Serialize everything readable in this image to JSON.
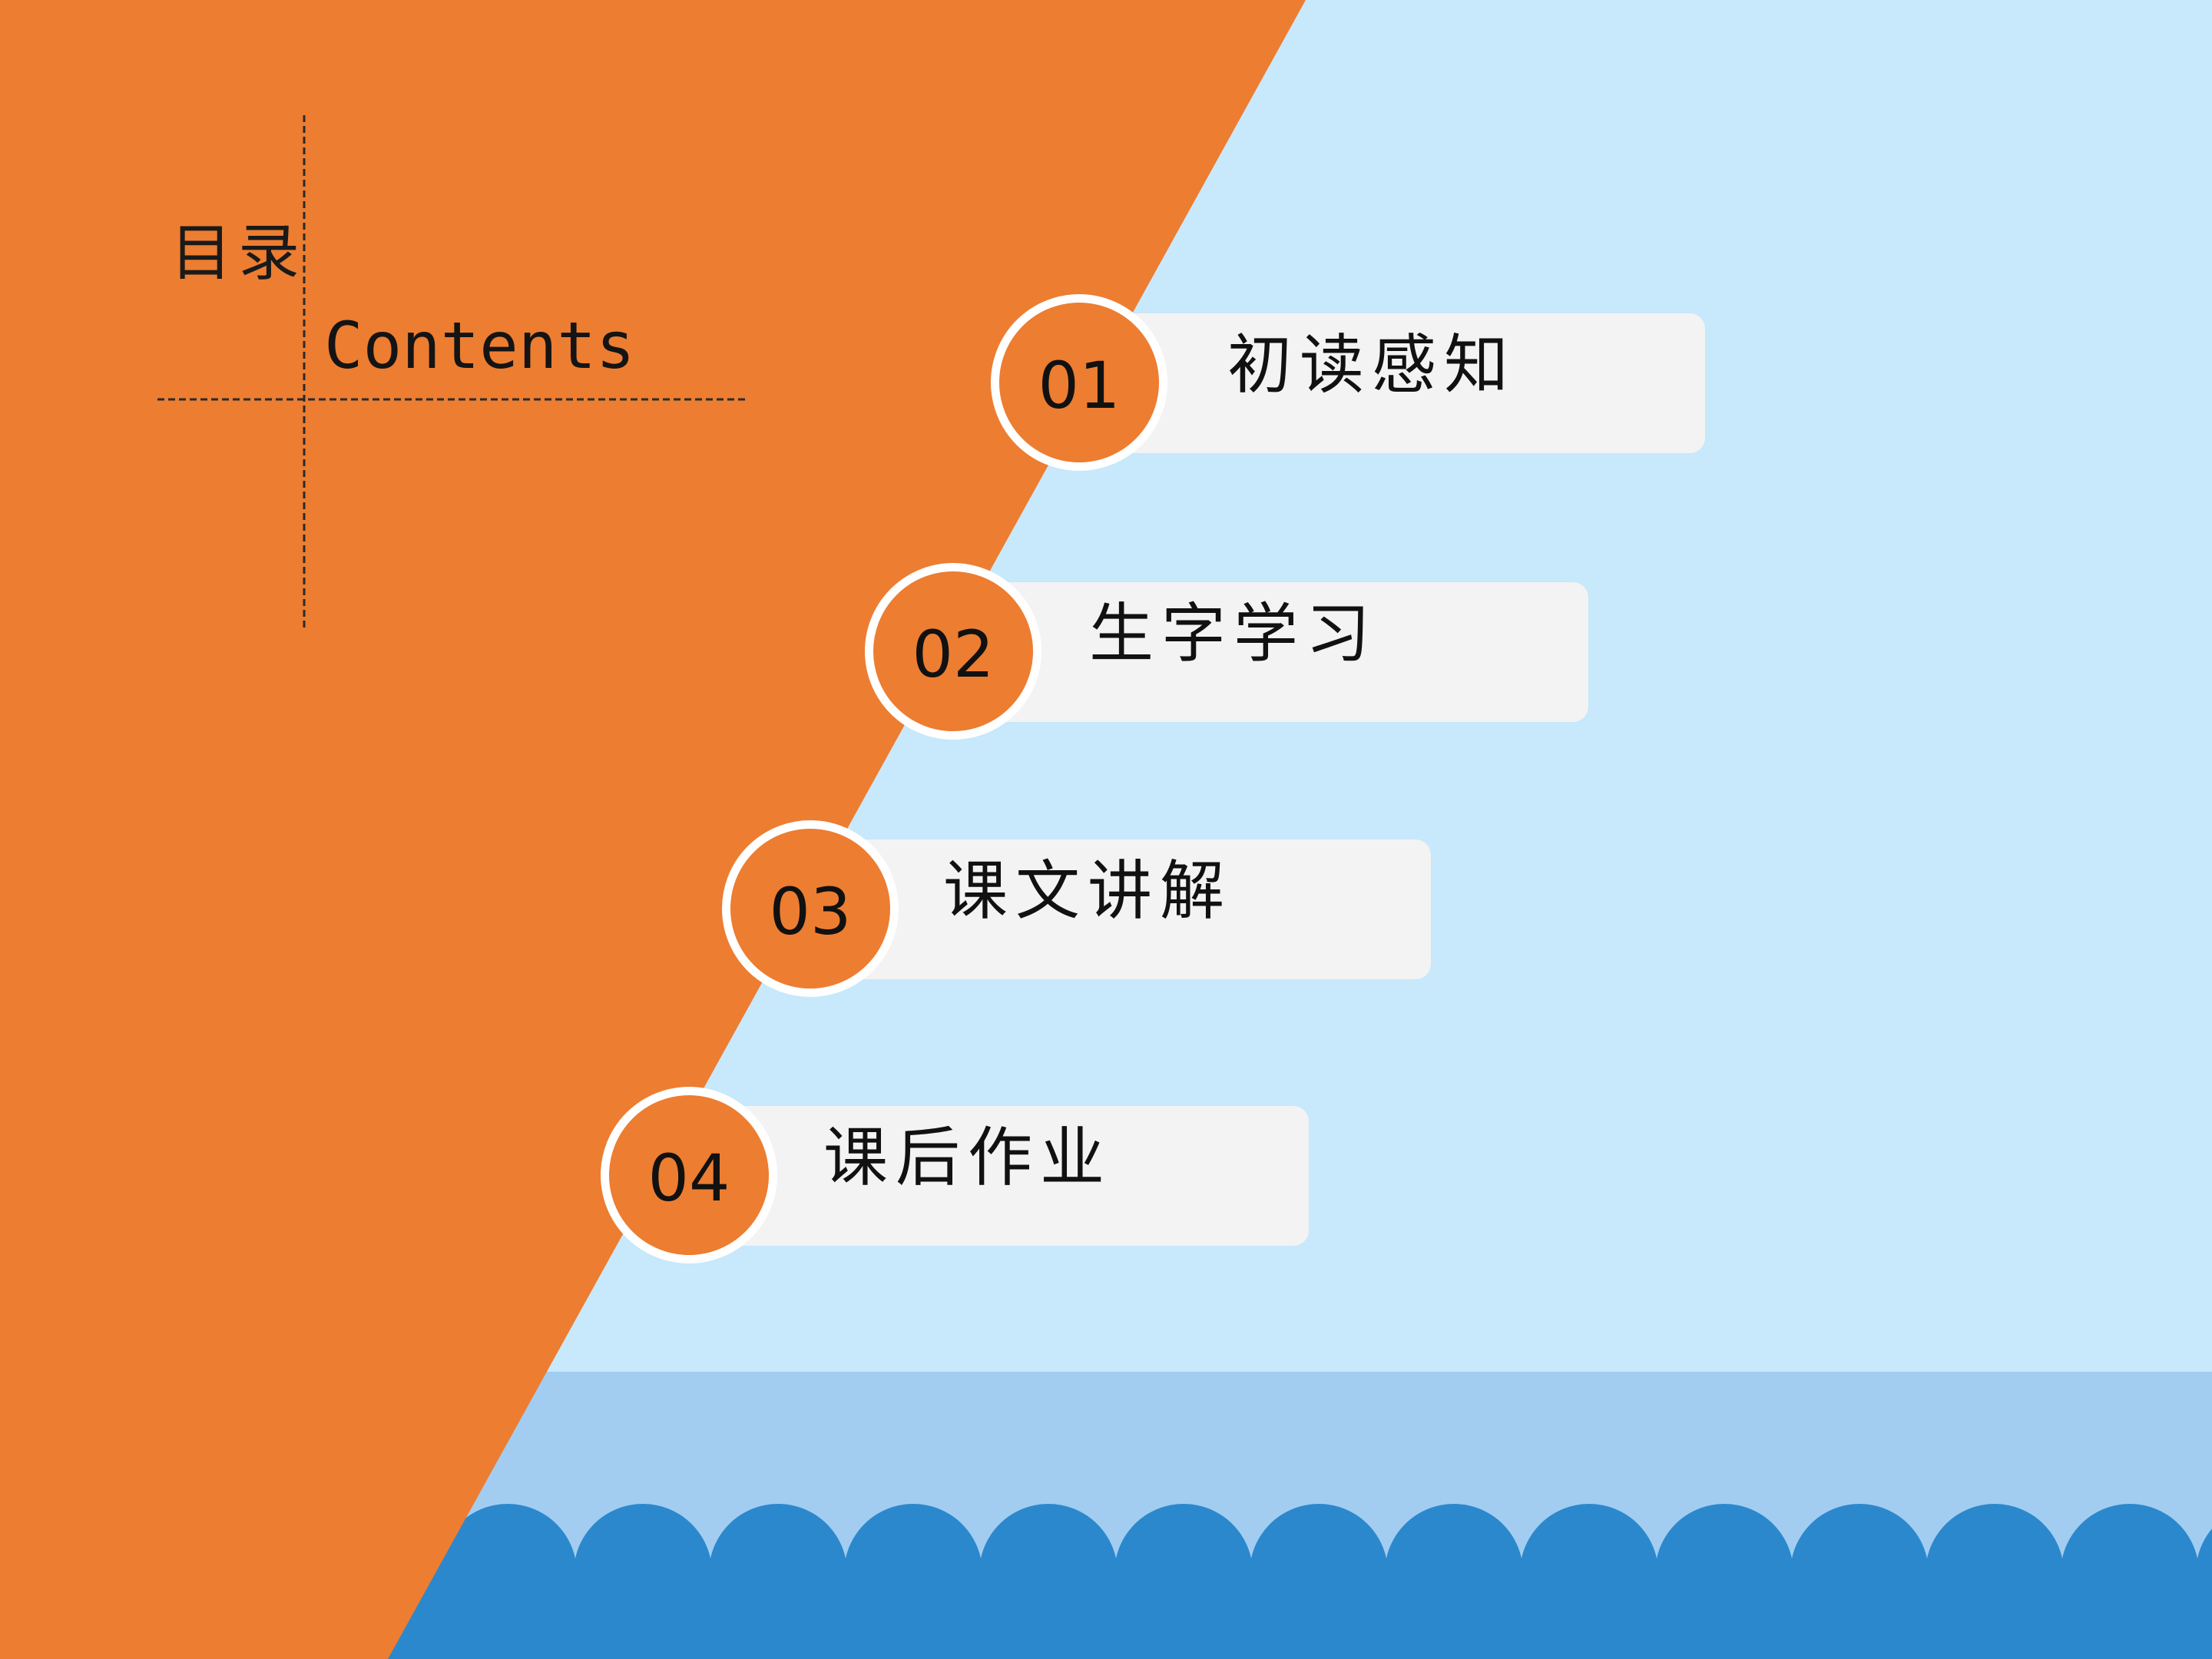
{
  "header": {
    "title_zh": "目录",
    "title_en": "Contents"
  },
  "items": [
    {
      "number": "01",
      "label": "初读感知"
    },
    {
      "number": "02",
      "label": "生字学习"
    },
    {
      "number": "03",
      "label": "课文讲解"
    },
    {
      "number": "04",
      "label": "课后作业"
    }
  ],
  "colors": {
    "orange": "#ed7d31",
    "sky": "#c8e8fb",
    "band": "#a2cdf1",
    "wave": "#2b88cc",
    "pill": "#f3f3f3"
  }
}
